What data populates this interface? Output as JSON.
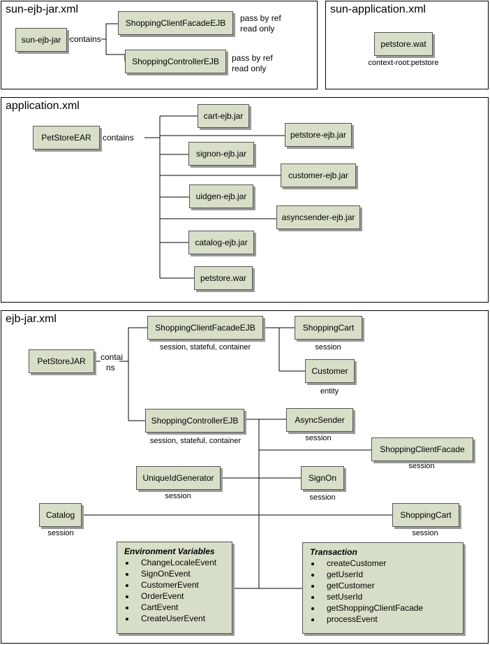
{
  "panels": {
    "sun_ejb_jar": "sun-ejb-jar.xml",
    "sun_application": "sun-application.xml",
    "application": "application.xml",
    "ejb_jar": "ejb-jar.xml"
  },
  "sun_ejb": {
    "root": "sun-ejb-jar",
    "contains": "contains",
    "facade": "ShoppingClientFacadeEJB",
    "controller": "ShoppingControllerEJB",
    "note1a": "pass by ref",
    "note1b": "read only",
    "note2a": "pass by ref",
    "note2b": "read only"
  },
  "sun_app": {
    "node": "petstore.wat",
    "context": "context-root:petstore"
  },
  "app": {
    "root": "PetStoreEAR",
    "contains": "contains",
    "modules": [
      "cart-ejb.jar",
      "petstore-ejb.jar",
      "signon-ejb.jar",
      "customer-ejb.jar",
      "uidgen-ejb.jar",
      "asyncsender-ejb.jar",
      "catalog-ejb.jar",
      "petstore.war"
    ]
  },
  "ejb": {
    "root": "PetStoreJAR",
    "contains1": "contai",
    "contains2": "ns",
    "facade": "ShoppingClientFacadeEJB",
    "facade_desc": "session, stateful, container",
    "cart": "ShoppingCart",
    "cart_desc": "session",
    "customer": "Customer",
    "customer_desc": "entity",
    "controller": "ShoppingControllerEJB",
    "controller_desc": "session, stateful, container",
    "async": "AsyncSender",
    "async_desc": "session",
    "scf": "ShoppingClientFacade",
    "scf_desc": "session",
    "uid": "UniqueIdGenerator",
    "uid_desc": "session",
    "signon": "SignOn",
    "signon_desc": "session",
    "catalog": "Catalog",
    "catalog_desc": "session",
    "cart2": "ShoppingCart",
    "cart2_desc": "session",
    "env": {
      "title": "Environment Variables",
      "items": [
        "ChangeLocaleEvent",
        "SignOnEvent",
        "CustomerEvent",
        "OrderEvent",
        "CartEvent",
        "CreateUserEvent"
      ]
    },
    "tx": {
      "title": "Transaction",
      "items": [
        "createCustomer",
        "getUserId",
        "getCustomer",
        "setUserId",
        "getShoppingClientFacade",
        "processEvent"
      ]
    }
  }
}
